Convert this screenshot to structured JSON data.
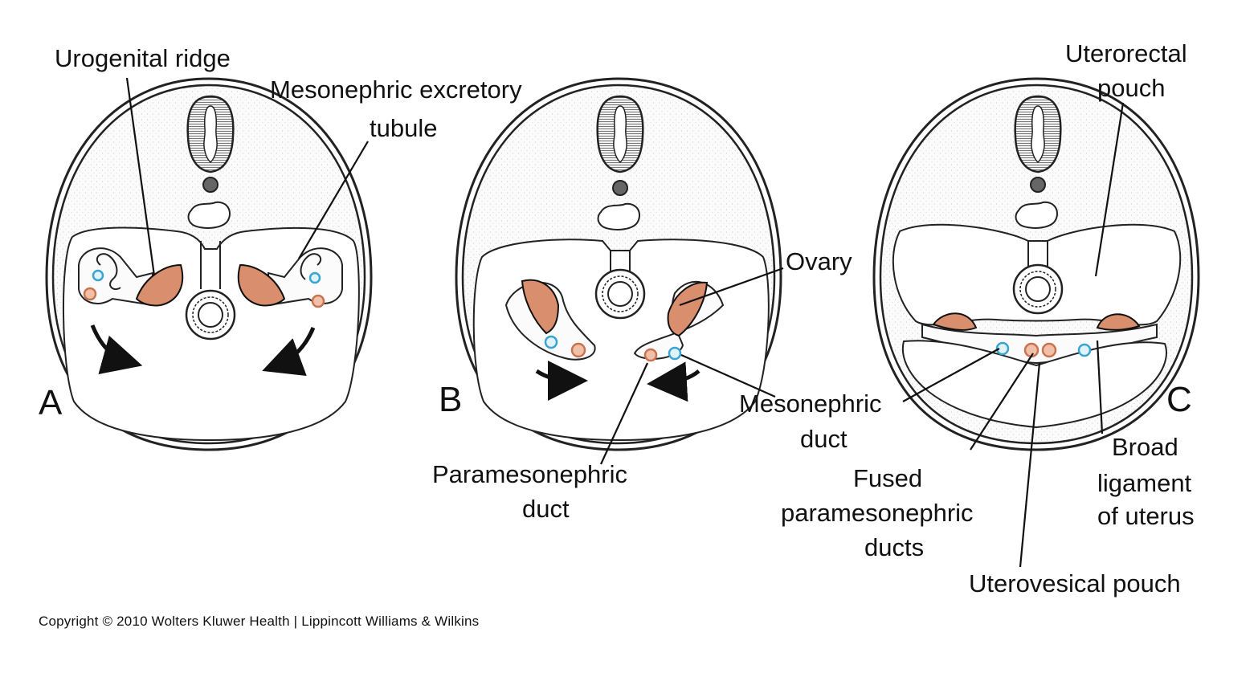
{
  "labels": {
    "urogenital_ridge": "Urogenital ridge",
    "mesonephric_excretory_1": "Mesonephric excretory",
    "mesonephric_excretory_2": "tubule",
    "uterorectal_1": "Uterorectal",
    "uterorectal_2": "pouch",
    "ovary": "Ovary",
    "mesonephric_duct_1": "Mesonephric",
    "mesonephric_duct_2": "duct",
    "paramesonephric_1": "Paramesonephric",
    "paramesonephric_2": "duct",
    "fused_1": "Fused",
    "fused_2": "paramesonephric",
    "fused_3": "ducts",
    "broad_1": "Broad",
    "broad_2": "ligament",
    "broad_3": "of uterus",
    "uterovesical": "Uterovesical pouch"
  },
  "panels": {
    "a": "A",
    "b": "B",
    "c": "C"
  },
  "copyright": "Copyright © 2010 Wolters Kluwer Health | Lippincott Williams & Wilkins",
  "colors": {
    "ovary": "#d98f6e",
    "paramesonephric": "#c8734f",
    "mesonephric": "#3aa3cf"
  }
}
